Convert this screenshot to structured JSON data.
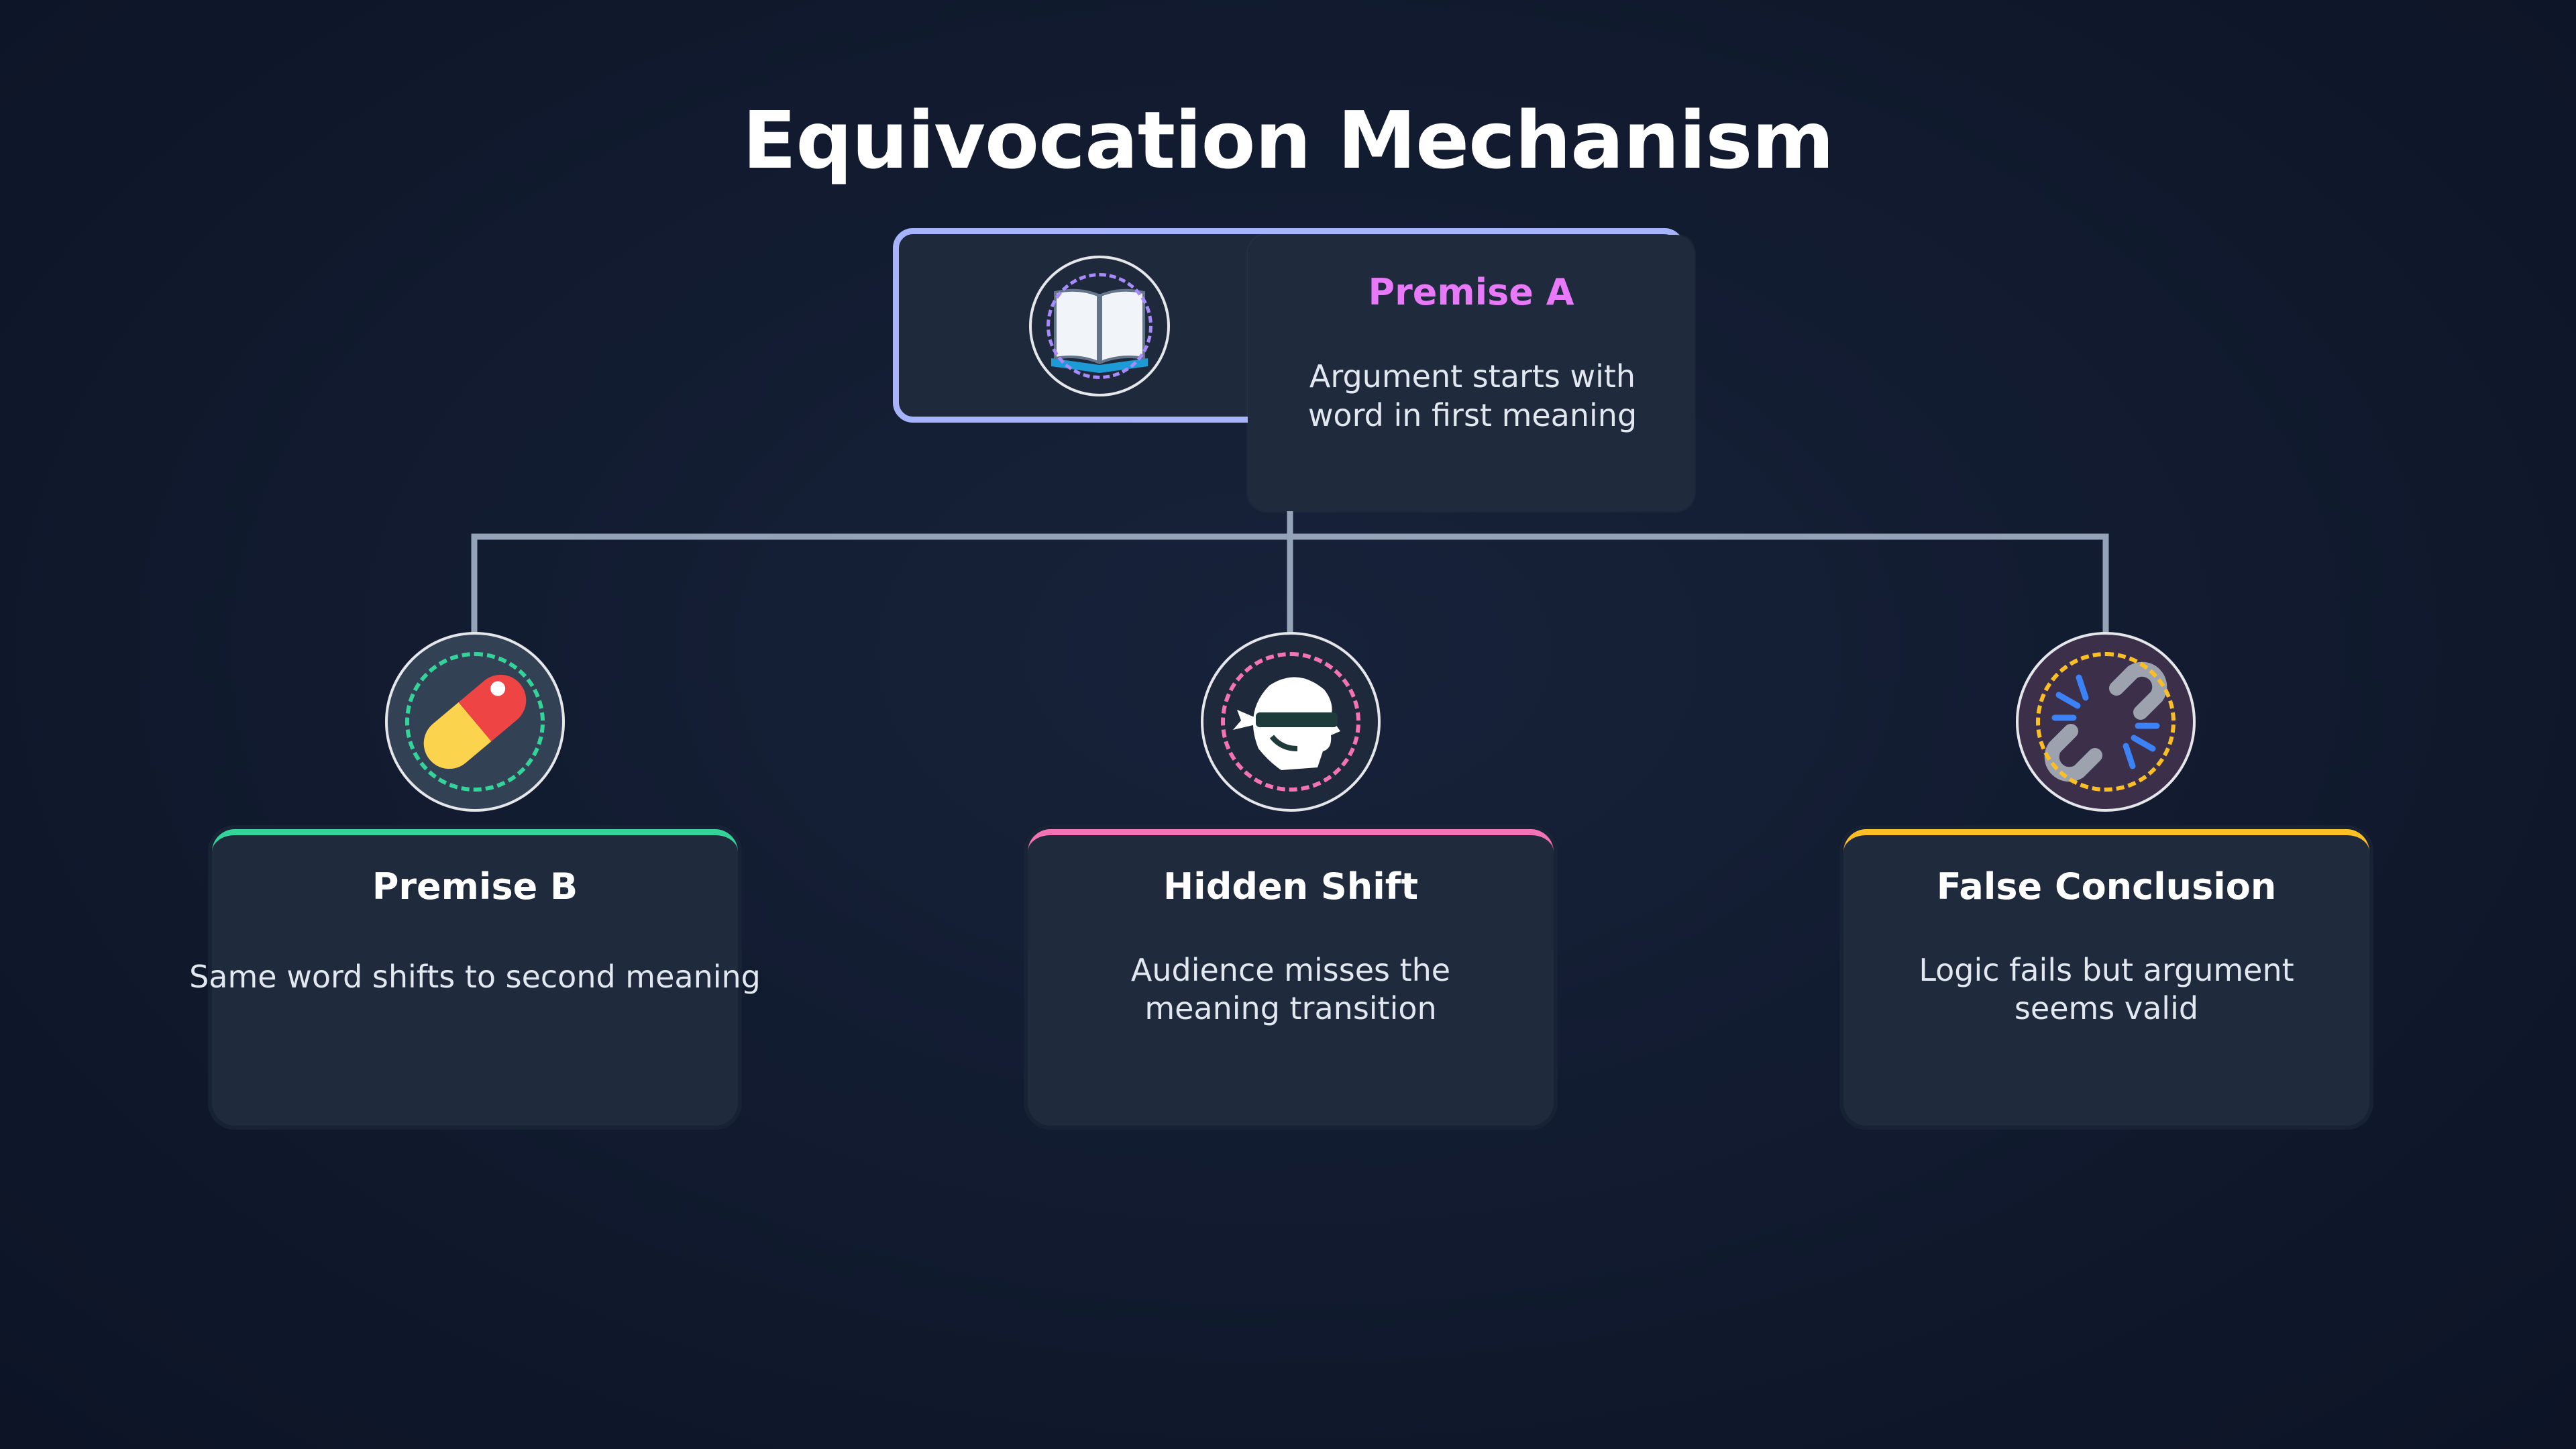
{
  "title": "Equivocation Mechanism",
  "colors": {
    "background": "#111a2e",
    "card": "#1f2a3d",
    "connector": "#94a3b8",
    "root_border": "#a5b4fc",
    "root_title": "#e879f9",
    "premise_b_accent": "#34d399",
    "hidden_shift_accent": "#f472b6",
    "false_conclusion_accent": "#fbbf24"
  },
  "root": {
    "title": "Premise A",
    "description": "Argument starts with word in first meaning",
    "icon": "open-book-icon"
  },
  "children": [
    {
      "title": "Premise B",
      "description": "Same word shifts to second meaning",
      "icon": "pill-capsule-icon"
    },
    {
      "title": "Hidden Shift",
      "description": "Audience misses the meaning transition",
      "icon": "blindfolded-head-icon"
    },
    {
      "title": "False Conclusion",
      "description": "Logic fails but argument seems valid",
      "icon": "broken-chain-icon"
    }
  ]
}
